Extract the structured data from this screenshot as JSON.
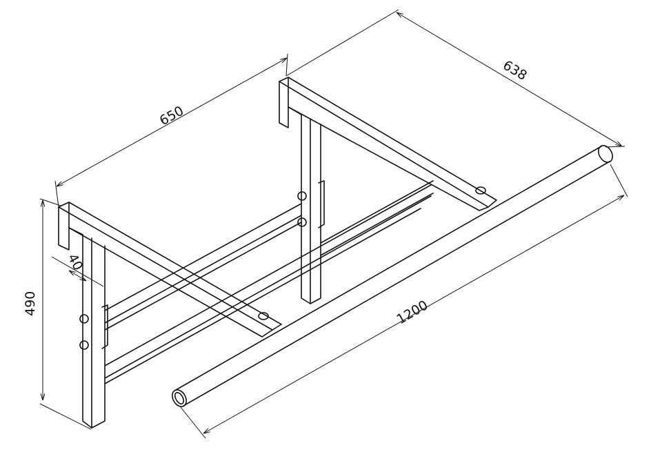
{
  "drawing": {
    "dimensions": {
      "width_left": "650",
      "depth": "638",
      "height": "490",
      "profile": "40",
      "bar_length": "1200"
    },
    "line_color": "#111111",
    "background": "#ffffff"
  }
}
